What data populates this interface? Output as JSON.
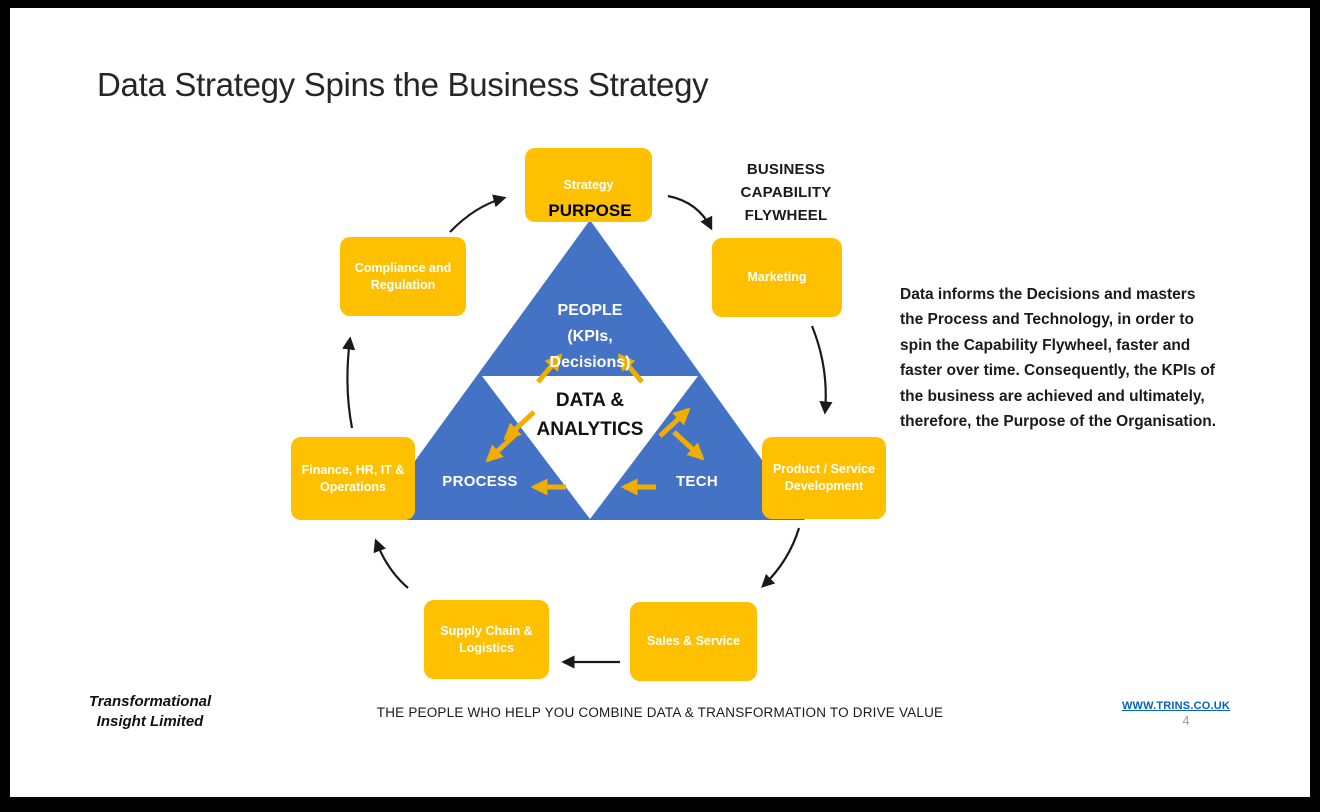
{
  "slide": {
    "title": "Data Strategy Spins the Business Strategy"
  },
  "triangle": {
    "purpose_label": "PURPOSE",
    "people_label": "PEOPLE\n(KPIs,\nDecisions)",
    "data_analytics_label": "DATA &\nANALYTICS",
    "process_label": "PROCESS",
    "tech_label": "TECH"
  },
  "flywheel": {
    "heading": "BUSINESS\nCAPABILITY\nFLYWHEEL",
    "boxes": [
      {
        "id": "strategy",
        "label": "Strategy"
      },
      {
        "id": "marketing",
        "label": "Marketing"
      },
      {
        "id": "product-service-development",
        "label": "Product / Service Development"
      },
      {
        "id": "sales-service",
        "label": "Sales & Service"
      },
      {
        "id": "supply-chain-logistics",
        "label": "Supply Chain & Logistics"
      },
      {
        "id": "finance-hr-it-operations",
        "label": "Finance, HR, IT & Operations"
      },
      {
        "id": "compliance-regulation",
        "label": "Compliance and Regulation"
      }
    ]
  },
  "description": "Data informs the Decisions and masters the Process and Technology, in order to spin the Capability Flywheel, faster and faster over time.  Consequently, the KPIs of the business are achieved and ultimately, therefore, the Purpose of the Organisation.",
  "footer": {
    "logo": "Transformational\nInsight Limited",
    "tagline": "THE PEOPLE WHO HELP YOU COMBINE DATA & TRANSFORMATION TO DRIVE VALUE",
    "link": "WWW.TRINS.CO.UK",
    "page_number": "4"
  },
  "colors": {
    "box_gold": "#FFC000",
    "triangle_blue": "#4472C4",
    "arrow_gold": "#F2AE00",
    "link_blue": "#0563C1"
  }
}
